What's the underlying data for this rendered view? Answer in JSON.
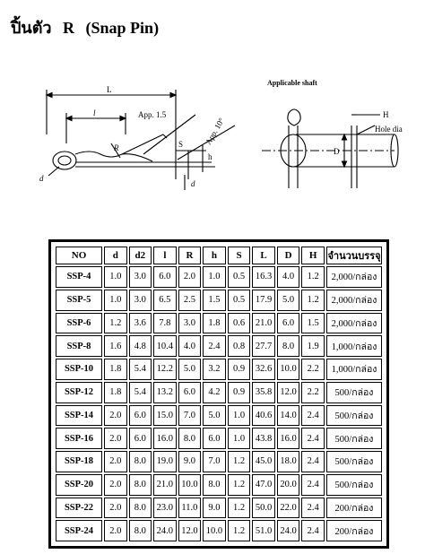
{
  "title": {
    "thai": "ปิ้นตัว",
    "code": "R",
    "name": "(Snap Pin)"
  },
  "drawing": {
    "dim_L": "L",
    "dim_l": "l",
    "app_15": "App. 1.5",
    "app_10": "App. 10°",
    "dim_S": "S",
    "dim_h": "h",
    "dim_R": "R",
    "dim_d1": "d",
    "dim_d2": "d",
    "applicable_shaft": "Applicable shaft",
    "dim_H": "H",
    "hole_dia": "Hole dia",
    "dim_D": "D"
  },
  "table": {
    "headers": [
      "NO",
      "d",
      "d2",
      "l",
      "R",
      "h",
      "S",
      "L",
      "D",
      "H",
      "จำนวนบรรจุ"
    ],
    "rows": [
      [
        "SSP-4",
        "1.0",
        "3.0",
        "6.0",
        "2.0",
        "1.0",
        "0.5",
        "16.3",
        "4.0",
        "1.2",
        "2,000/กล่อง"
      ],
      [
        "SSP-5",
        "1.0",
        "3.0",
        "6.5",
        "2.5",
        "1.5",
        "0.5",
        "17.9",
        "5.0",
        "1.2",
        "2,000/กล่อง"
      ],
      [
        "SSP-6",
        "1.2",
        "3.6",
        "7.8",
        "3.0",
        "1.8",
        "0.6",
        "21.0",
        "6.0",
        "1.5",
        "2,000/กล่อง"
      ],
      [
        "SSP-8",
        "1.6",
        "4.8",
        "10.4",
        "4.0",
        "2.4",
        "0.8",
        "27.7",
        "8.0",
        "1.9",
        "1,000/กล่อง"
      ],
      [
        "SSP-10",
        "1.8",
        "5.4",
        "12.2",
        "5.0",
        "3.2",
        "0.9",
        "32.6",
        "10.0",
        "2.2",
        "1,000/กล่อง"
      ],
      [
        "SSP-12",
        "1.8",
        "5.4",
        "13.2",
        "6.0",
        "4.2",
        "0.9",
        "35.8",
        "12.0",
        "2.2",
        "500/กล่อง"
      ],
      [
        "SSP-14",
        "2.0",
        "6.0",
        "15.0",
        "7.0",
        "5.0",
        "1.0",
        "40.6",
        "14.0",
        "2.4",
        "500/กล่อง"
      ],
      [
        "SSP-16",
        "2.0",
        "6.0",
        "16.0",
        "8.0",
        "6.0",
        "1.0",
        "43.8",
        "16.0",
        "2.4",
        "500/กล่อง"
      ],
      [
        "SSP-18",
        "2.0",
        "8.0",
        "19.0",
        "9.0",
        "7.0",
        "1.2",
        "45.0",
        "18.0",
        "2.4",
        "500/กล่อง"
      ],
      [
        "SSP-20",
        "2.0",
        "8.0",
        "21.0",
        "10.0",
        "8.0",
        "1.2",
        "47.0",
        "20.0",
        "2.4",
        "500/กล่อง"
      ],
      [
        "SSP-22",
        "2.0",
        "8.0",
        "23.0",
        "11.0",
        "9.0",
        "1.2",
        "50.0",
        "22.0",
        "2.4",
        "200/กล่อง"
      ],
      [
        "SSP-24",
        "2.0",
        "8.0",
        "24.0",
        "12.0",
        "10.0",
        "1.2",
        "51.0",
        "24.0",
        "2.4",
        "200/กล่อง"
      ]
    ]
  }
}
